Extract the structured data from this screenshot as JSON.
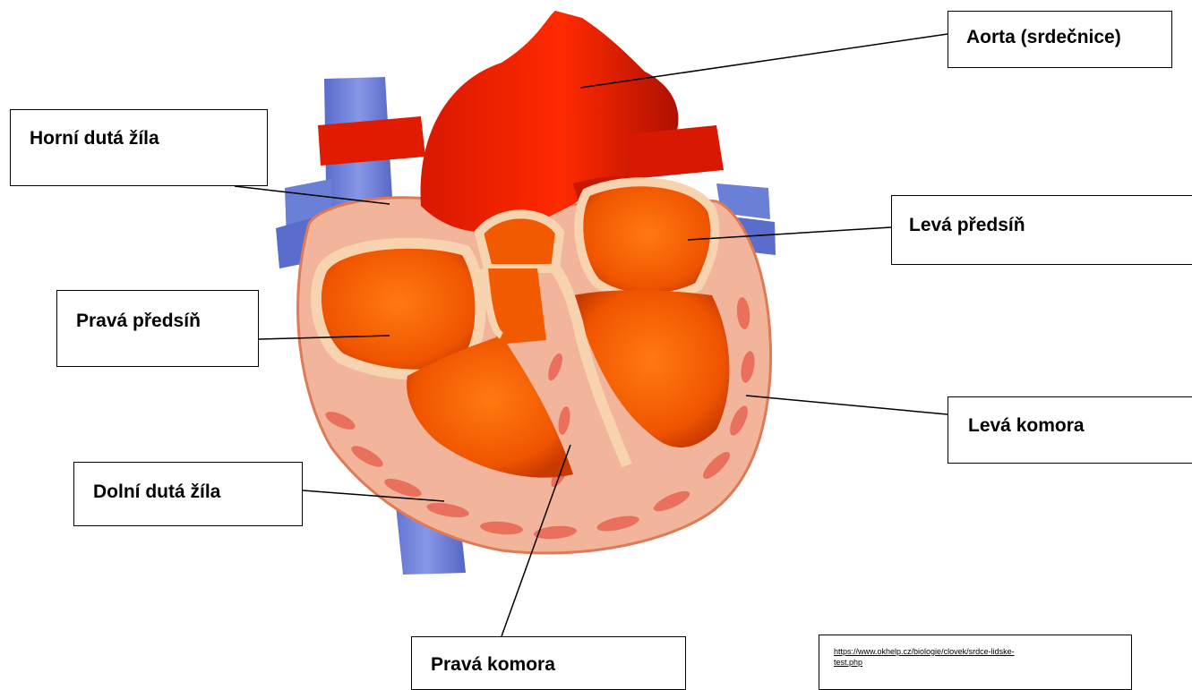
{
  "labels": {
    "aorta": "Aorta (srdečnice)",
    "horni_duta_zila": "Horní dutá žíla",
    "leva_predsin": "Levá předsíň",
    "prava_predsin": "Pravá předsíň",
    "leva_komora": "Levá komora",
    "dolni_duta_zila": "Dolní dutá žíla",
    "prava_komora": "Pravá komora"
  },
  "source": {
    "line1": "https://www.okhelp.cz/biologie/clovek/srdce-lidske-",
    "line2": "test.php"
  },
  "colors": {
    "artery_red": "#f21d00",
    "chamber_orange": "#f25a00",
    "vein_blue": "#6a7fd6",
    "muscle_pink": "#f2b49a",
    "septum_cream": "#f7d3b0"
  }
}
